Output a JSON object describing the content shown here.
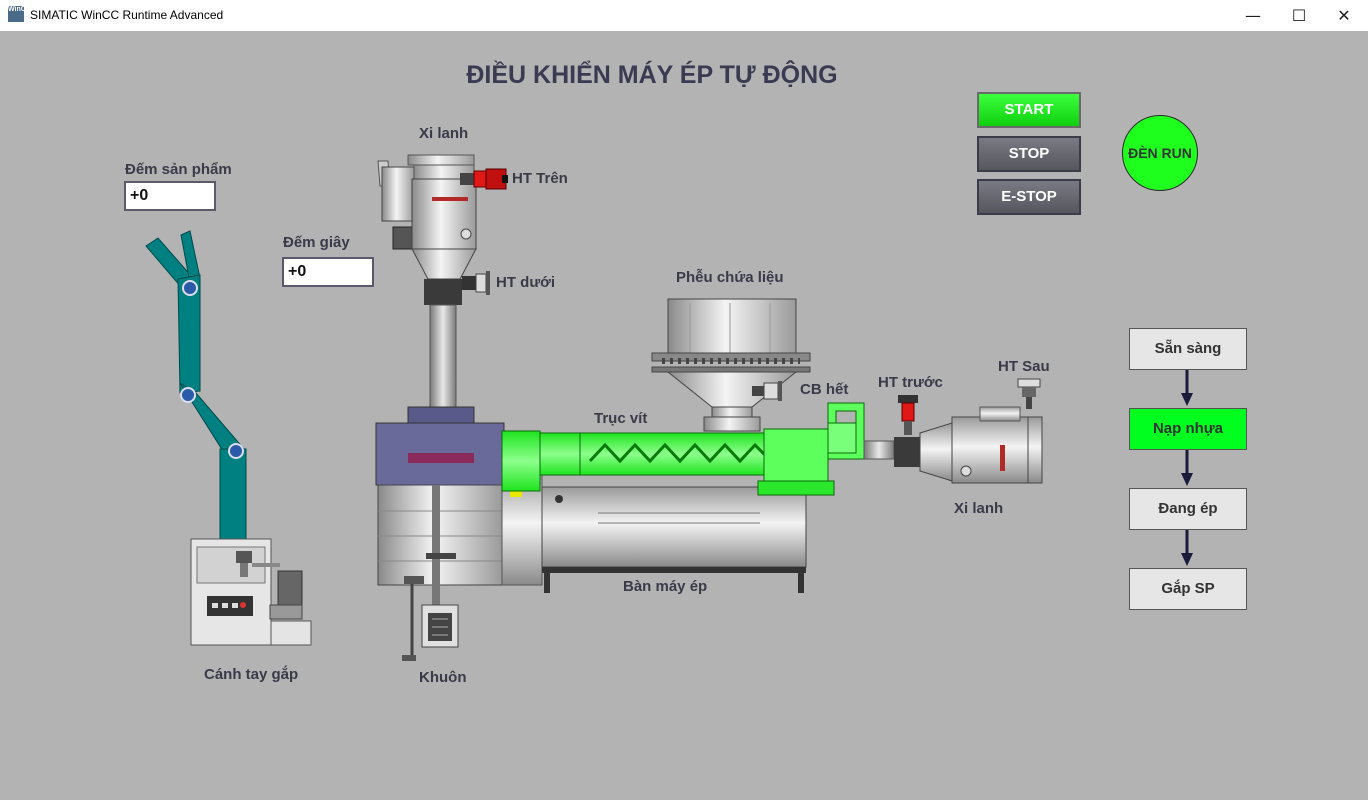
{
  "window": {
    "icon_text": "WinCC",
    "title": "SIMATIC WinCC Runtime Advanced",
    "minimize_glyph": "—",
    "maximize_glyph": "☐",
    "close_glyph": "✕"
  },
  "screen": {
    "title": "ĐIỀU KHIỂN MÁY ÉP TỰ ĐỘNG"
  },
  "counters": {
    "product_count_label": "Đếm sản phẩm",
    "product_count_value": "+0",
    "paper_count_label": "Đếm giây",
    "paper_count_value": "+0"
  },
  "buttons": {
    "start": "START",
    "stop": "STOP",
    "estop": "E-STOP"
  },
  "lamp": {
    "label": "ĐÈN RUN",
    "color": "#1eff1e"
  },
  "labels": {
    "top_cylinder": "Xi lanh",
    "ht_top": "HT Trên",
    "ht_bottom": "HT dưới",
    "hopper": "Phễu chứa liệu",
    "cb_empty": "CB hết",
    "ht_front": "HT trước",
    "ht_back": "HT Sau",
    "screw": "Trục vít",
    "right_cylinder": "Xi lanh",
    "press_table": "Bàn máy ép",
    "mold": "Khuôn",
    "gripper_arm": "Cánh tay gắp"
  },
  "sequence": {
    "steps": [
      {
        "label": "Sẵn sàng",
        "active": false
      },
      {
        "label": "Nạp nhựa",
        "active": true
      },
      {
        "label": "Đang ép",
        "active": false
      },
      {
        "label": "Gắp SP",
        "active": false
      }
    ],
    "active_color": "#00ff1e"
  },
  "colors": {
    "background": "#b3b3b3",
    "extruder_green": "#2cff2c",
    "arm_teal": "#008080",
    "sensor_red": "#e01818"
  }
}
